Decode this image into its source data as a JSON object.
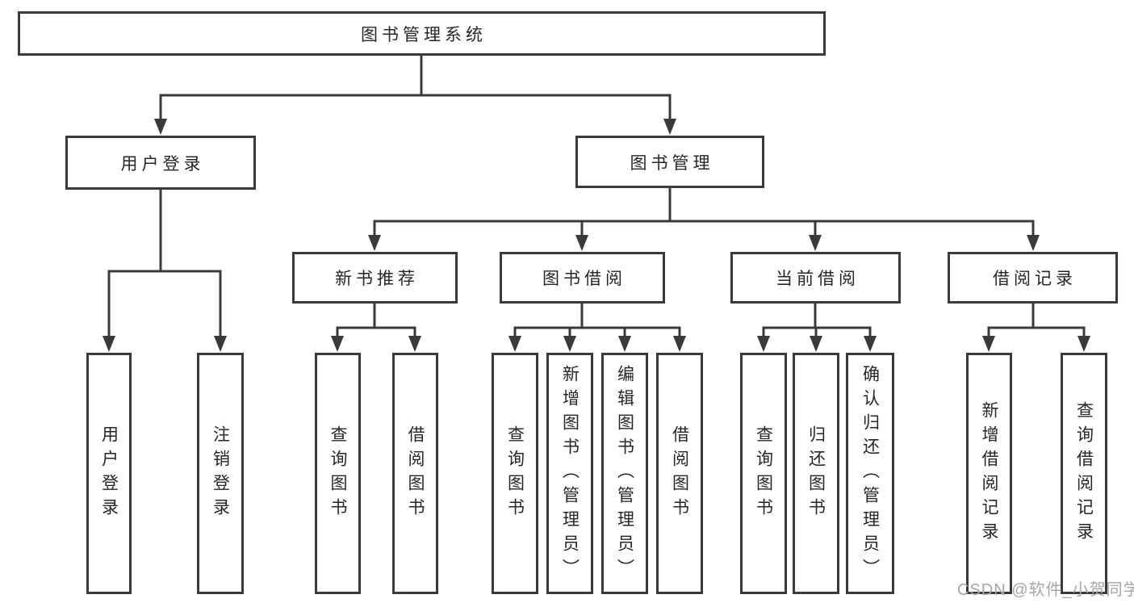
{
  "watermark": "CSDN @软件_小贺同学",
  "colors": {
    "line": "#3a3a3a",
    "text": "#262626",
    "watermark": "#a6a6a6",
    "background": "#ffffff"
  },
  "tree": {
    "root": {
      "label": "图书管理系统"
    },
    "branches": [
      {
        "label": "用户登录",
        "children": [
          {
            "label": "用户登录"
          },
          {
            "label": "注销登录"
          }
        ]
      },
      {
        "label": "图书管理",
        "children": [
          {
            "label": "新书推荐",
            "children": [
              {
                "label": "查询图书"
              },
              {
                "label": "借阅图书"
              }
            ]
          },
          {
            "label": "图书借阅",
            "children": [
              {
                "label": "查询图书"
              },
              {
                "label": "新增图书（管理员）"
              },
              {
                "label": "编辑图书（管理员）"
              },
              {
                "label": "借阅图书"
              }
            ]
          },
          {
            "label": "当前借阅",
            "children": [
              {
                "label": "查询图书"
              },
              {
                "label": "归还图书"
              },
              {
                "label": "确认归还（管理员）"
              }
            ]
          },
          {
            "label": "借阅记录",
            "children": [
              {
                "label": "新增借阅记录"
              },
              {
                "label": "查询借阅记录"
              }
            ]
          }
        ]
      }
    ]
  }
}
